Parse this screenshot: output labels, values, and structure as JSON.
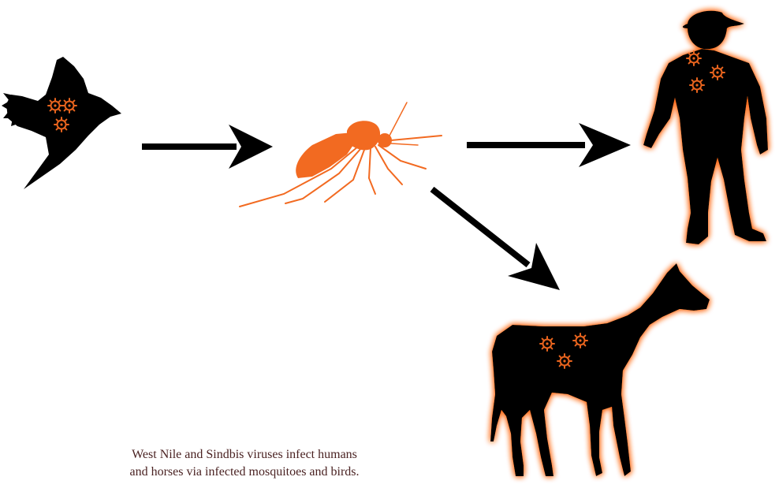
{
  "caption": {
    "line1": "West Nile and Sindbis viruses infect humans",
    "line2": "and horses via infected mosquitoes and birds."
  },
  "colors": {
    "silhouette": "#000000",
    "mosquito": "#f26a21",
    "virus": "#e8641e",
    "glow": "#ff6a1a",
    "arrow": "#000000",
    "caption_text": "#4a2222"
  },
  "nodes": [
    {
      "id": "bird",
      "icon": "bird-silhouette-icon",
      "infected": true
    },
    {
      "id": "mosquito",
      "icon": "mosquito-icon",
      "infected": false
    },
    {
      "id": "human",
      "icon": "human-silhouette-icon",
      "infected": true
    },
    {
      "id": "horse",
      "icon": "horse-silhouette-icon",
      "infected": true
    }
  ],
  "edges": [
    {
      "from": "bird",
      "to": "mosquito"
    },
    {
      "from": "mosquito",
      "to": "human"
    },
    {
      "from": "mosquito",
      "to": "horse"
    }
  ]
}
